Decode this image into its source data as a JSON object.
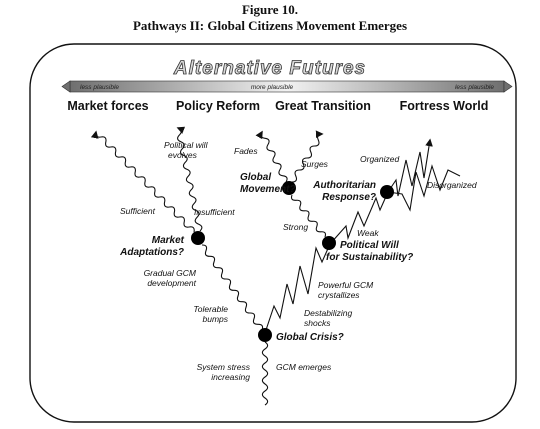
{
  "figure": {
    "number": "Figure 10.",
    "title": "Pathways II: Global Citizens Movement Emerges"
  },
  "banner": {
    "text": "Alternative Futures"
  },
  "plausibility": {
    "left": "less plausible",
    "center": "more plausible",
    "right": "less plausible"
  },
  "scenarios": [
    "Market forces",
    "Policy Reform",
    "Great Transition",
    "Fortress World"
  ],
  "nodes": {
    "global_crisis": "Global Crisis?",
    "market_adaptations": [
      "Market",
      "Adaptations?"
    ],
    "political_will": [
      "Political Will",
      "for Sustainability?"
    ],
    "global_movement": [
      "Global",
      "Movement?"
    ],
    "authoritarian": [
      "Authoritarian",
      "Response?"
    ]
  },
  "labels": {
    "system_stress": [
      "System stress",
      "increasing"
    ],
    "gcm_emerges": "GCM emerges",
    "tolerable_bumps": [
      "Tolerable",
      "bumps"
    ],
    "destabilizing_shocks": [
      "Destabilizing",
      "shocks"
    ],
    "gradual_gcm": [
      "Gradual GCM",
      "development"
    ],
    "powerful_gcm": [
      "Powerful GCM",
      "crystallizes"
    ],
    "sufficient": "Sufficient",
    "insufficient": "Insufficient",
    "political_will_evolves": [
      "Political will",
      "evolves"
    ],
    "strong": "Strong",
    "weak": "Weak",
    "fades": "Fades",
    "surges": "Surges",
    "organized": "Organized",
    "disorganized": "Disorganized"
  },
  "colors": {
    "ink": "#111111",
    "gradient_light": "#f2f2f2",
    "gradient_dark": "#6f6f6f"
  }
}
